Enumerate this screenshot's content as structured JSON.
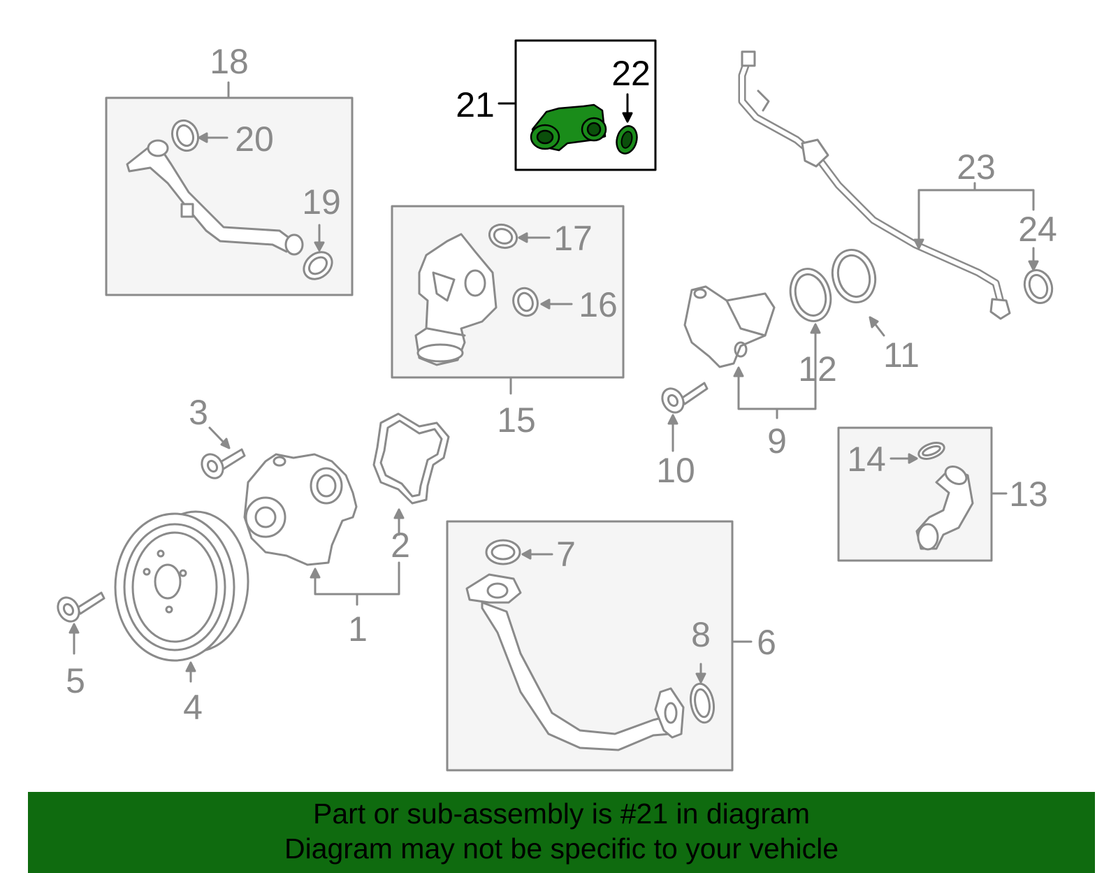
{
  "diagram": {
    "callouts": {
      "n1": "1",
      "n2": "2",
      "n3": "3",
      "n4": "4",
      "n5": "5",
      "n6": "6",
      "n7": "7",
      "n8": "8",
      "n9": "9",
      "n10": "10",
      "n11": "11",
      "n12": "12",
      "n13": "13",
      "n14": "14",
      "n15": "15",
      "n16": "16",
      "n17": "17",
      "n18": "18",
      "n19": "19",
      "n20": "20",
      "n21": "21",
      "n22": "22",
      "n23": "23",
      "n24": "24"
    },
    "highlighted_part": "21",
    "colors": {
      "line": "#8a8a8a",
      "box_fill": "#f5f5f5",
      "highlight_part": "#1a8c1a",
      "highlight_line": "#000000"
    }
  },
  "banner": {
    "line1": "Part or sub-assembly is #21 in diagram",
    "line2": "Diagram may not be specific to your vehicle",
    "background": "#0f6b0f"
  }
}
